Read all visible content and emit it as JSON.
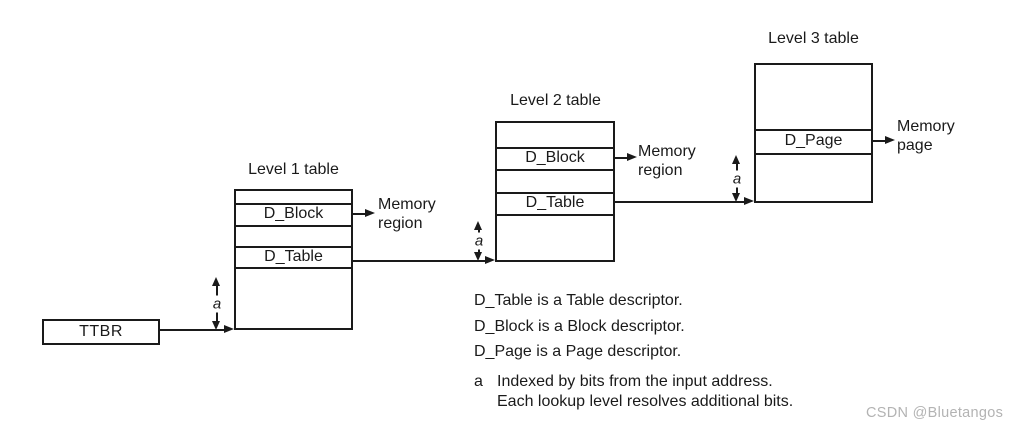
{
  "colors": {
    "line": "#1a1a1a",
    "watermark": "#b3b3b3"
  },
  "ttbr": {
    "label": "TTBR"
  },
  "index_marker": {
    "label": "a"
  },
  "level1": {
    "title": "Level 1 table",
    "block_row": "D_Block",
    "table_row": "D_Table",
    "output": {
      "line1": "Memory",
      "line2": "region"
    }
  },
  "level2": {
    "title": "Level 2 table",
    "block_row": "D_Block",
    "table_row": "D_Table",
    "output": {
      "line1": "Memory",
      "line2": "region"
    }
  },
  "level3": {
    "title": "Level 3 table",
    "page_row": "D_Page",
    "output": {
      "line1": "Memory",
      "line2": "page"
    }
  },
  "legend": {
    "table_note": "D_Table is a Table descriptor.",
    "block_note": "D_Block is a Block descriptor.",
    "page_note": "D_Page is a Page descriptor.",
    "marker": "a",
    "marker_note_line1": "Indexed by bits from the input address.",
    "marker_note_line2": "Each lookup level resolves additional bits."
  },
  "watermark": "CSDN @Bluetangos"
}
